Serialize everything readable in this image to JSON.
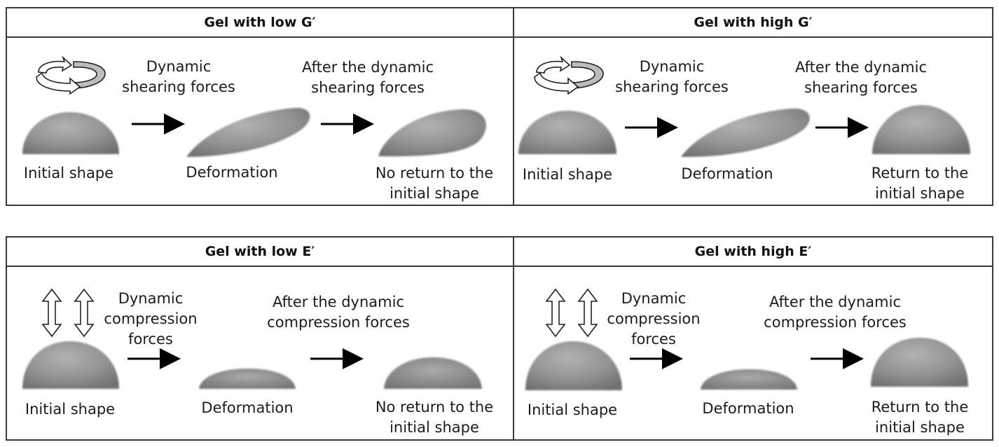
{
  "top_panel": {
    "left_header": "Gel with low G′",
    "right_header": "Gel with high G′",
    "left": {
      "force_label": "Dynamic\nshearing forces",
      "after_label": "After the dynamic\nshearing forces",
      "initial_label": "Initial shape",
      "deform_label": "Deformation",
      "result_label": "No return to the\ninitial shape"
    },
    "right": {
      "force_label": "Dynamic\nshearing forces",
      "after_label": "After the dynamic\nshearing forces",
      "initial_label": "Initial shape",
      "deform_label": "Deformation",
      "result_label": "Return to the\ninitial shape"
    }
  },
  "bottom_panel": {
    "left_header": "Gel with low E′",
    "right_header": "Gel with high E′",
    "left": {
      "force_label": "Dynamic\ncompression\nforces",
      "after_label": "After the dynamic\ncompression forces",
      "initial_label": "Initial shape",
      "deform_label": "Deformation",
      "result_label": "No return to the\ninitial shape"
    },
    "right": {
      "force_label": "Dynamic\ncompression\nforces",
      "after_label": "After the dynamic\ncompression forces",
      "initial_label": "Initial shape",
      "deform_label": "Deformation",
      "result_label": "Return to the\ninitial shape"
    }
  },
  "icons": {
    "rotation": "circular-rotation-arrows-icon",
    "compression": "double-headed-vertical-arrows-icon",
    "process": "right-arrow-icon"
  },
  "colors": {
    "gel": "#8d8d8d",
    "border": "#3a3a3a"
  }
}
